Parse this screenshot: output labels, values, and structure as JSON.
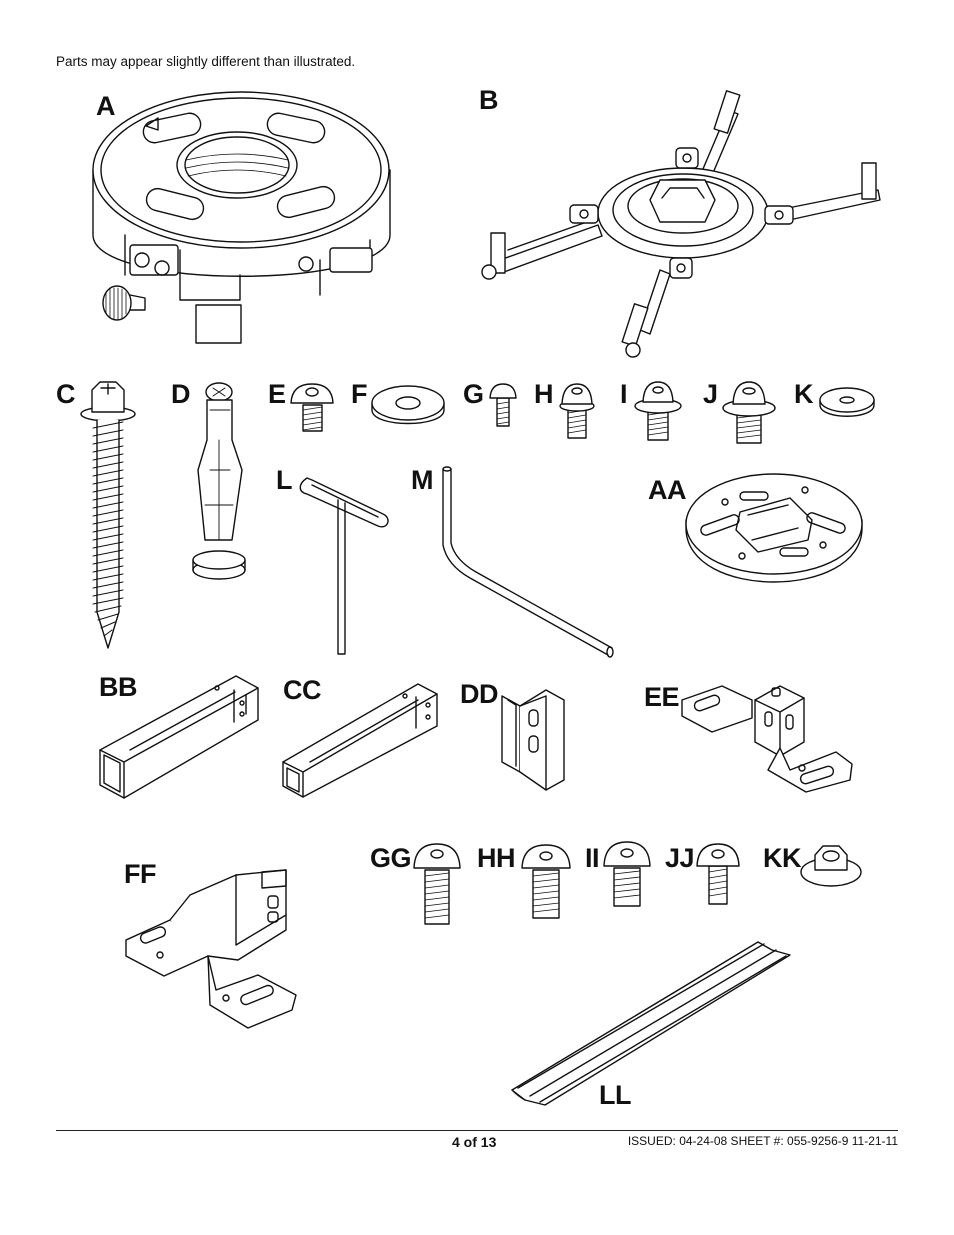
{
  "note": "Parts may appear slightly different than illustrated.",
  "parts": [
    "A",
    "B",
    "C",
    "D",
    "E",
    "F",
    "G",
    "H",
    "I",
    "J",
    "K",
    "L",
    "M",
    "AA",
    "BB",
    "CC",
    "DD",
    "EE",
    "FF",
    "GG",
    "HH",
    "II",
    "JJ",
    "KK",
    "LL"
  ],
  "footer": {
    "page": "4 of 13",
    "issued": "ISSUED: 04-24-08  SHEET #: 055-9256-9  11-21-11"
  }
}
